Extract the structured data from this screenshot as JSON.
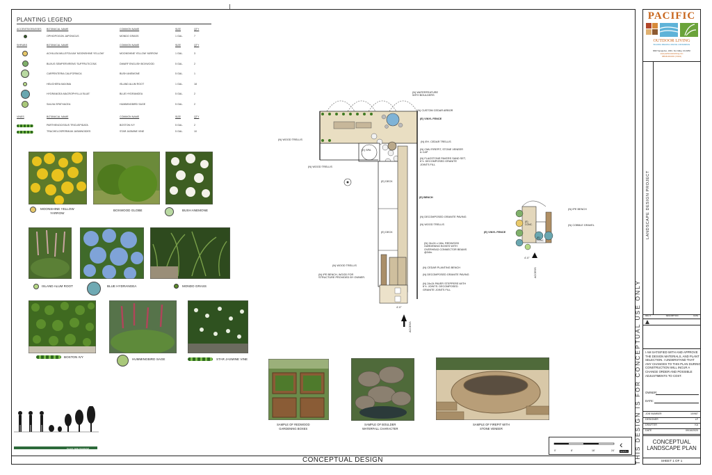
{
  "legend": {
    "title": "PLANTING LEGEND",
    "headers": [
      "BOTANICAL NAME",
      "COMMON NAME",
      "SIZE",
      "QTY"
    ],
    "groups": [
      {
        "label": "ACCENTS/GRASSES",
        "items": [
          {
            "botanical": "OPHIOPOGON JAPONICUS",
            "common": "MONDO GRASS",
            "size": "1 GAL.",
            "qty": "7"
          }
        ]
      },
      {
        "label": "SHRUBS",
        "items": [
          {
            "botanical": "ACHILLEA MILLEFOLIUM 'MOONSHINE YELLOW'",
            "common": "MOONSHINE YELLOW YARROW",
            "size": "1 GAL.",
            "qty": "3"
          },
          {
            "botanical": "BUXUS SEMPERVIRENS 'SUFFRUTICOSA'",
            "common": "DWARF ENGLISH BOXWOOD",
            "size": "5 GAL.",
            "qty": "2"
          },
          {
            "botanical": "CARPENTERIA CALIFORNICA",
            "common": "BUSH ANEMONE",
            "size": "5 GAL.",
            "qty": "1"
          },
          {
            "botanical": "HEUCHERA MAXIMA",
            "common": "ISLAND ALUM ROOT",
            "size": "1 GAL.",
            "qty": "18"
          },
          {
            "botanical": "HYDRANGEA MACROPHYLLA 'BLUE'",
            "common": "BLUE HYDRANGEA",
            "size": "5 GAL.",
            "qty": "2"
          },
          {
            "botanical": "SALVIA SPATHACEA",
            "common": "HUMMINGBIRD SAGE",
            "size": "5 GAL.",
            "qty": "2"
          }
        ]
      },
      {
        "label": "VINES",
        "items": [
          {
            "botanical": "PARTHENOCISSUS TRICUSPIDATA",
            "common": "BOSTON IVY",
            "size": "5 GAL.",
            "qty": "2"
          },
          {
            "botanical": "TRACHELOSPERMUM JASMINOIDES",
            "common": "STAR JASMINE VINE",
            "size": "5 GAL.",
            "qty": "10"
          }
        ]
      }
    ]
  },
  "photos": {
    "yarrow": "MOONSHINE YELLOW\nYARROW",
    "boxwood": "BOXWOOD GLOBE",
    "anemone": "BUSH ANEMONE",
    "alum": "ISLAND ALUM ROOT",
    "hydrangea": "BLUE HYDRANGEA",
    "mondo": "MONDO GRASS",
    "ivy": "BOSTON IVY",
    "sage": "HUMMINGBIRD SAGE",
    "jasmine": "STAR JASMINE VINE"
  },
  "samples": {
    "gardening": "SAMPLE OF REDWOOD\nGARDENING BOXES",
    "waterfall": "SAMPLE OF BOULDER\nWATERFALL CHARACTER",
    "firepit": "SAMPLE OF FIREPIT WITH\nSTONE VENEER"
  },
  "plan_labels": {
    "waterfeature": "(N) WATERFEATURE\nWITH BOULDERS",
    "arbor": "(N) CUSTOM CEDAR ARBOR",
    "vinyl_fence": "(E) VINYL FENCE",
    "wood_trellis_1": "(N) WOOD TRELLIS",
    "cedar_trellis": "(N) 8'H. CEDAR TRELLIS",
    "spa": "(E) SPA",
    "firepit": "(N) CMU FIREPIT, STONE VENEER\n& CAP",
    "flagstone": "(N) FLAGSTONE PAVERS SAND SET,\n6\"±. DECOMPOSED GRANITE\nJOINTS FILL",
    "wood_trellis_2": "(N) WOOD TRELLIS",
    "deck1": "(E) DECK",
    "bench": "(E) BENCH",
    "dg_paving": "(N) DECOMPOSED GRANITE PAVING",
    "wood_trellis_3": "(N) WOOD TRELLIS",
    "deck2": "(E) DECK",
    "boxes": "(N) 24x24 x 18in. REDWOOD\nGARDENING BOXES WITH\nOVERHEAD CONNECTOR BEAMS\n@34in.",
    "wood_trellis_4": "(N) WOOD TRELLIS",
    "ipe_bench_owner": "(N) IPE BENCH, WOOD FOR\nSTRUCTURE PROVIDED BY OWNER.",
    "cedar_bench": "(N) CEDAR PLANTING BENCH",
    "dg_paving_2": "(N) DECOMPOSED GRANITE PAVING",
    "pavers": "(N) 24x24 PAVER STEPPERS WITH\n6\"±. JOINTS. DECOMPOSED\nGRANITE JOINTS FILL",
    "access": "ACCESS",
    "dim": "4'-0\"",
    "ipe_bench": "(N) IPE BENCH",
    "cobble": "(N) COBBLE GRAVEL",
    "vinyl_fence_2": "(E) VINYL FENCE",
    "conc1": "(E)\nCONC.",
    "conc2": "(E)\nCONC.",
    "dim2": "4'-0\"",
    "access2": "ACCESS"
  },
  "plant_size_diagram": "PLANT SIZE DIAGRAM",
  "bottom_title": "CONCEPTUAL DESIGN",
  "vertical_note": "THIS DESIGN IS FOR CONCEPTUAL USE ONLY",
  "scale": {
    "ticks": [
      "0'",
      "8'",
      "16'",
      "24'"
    ],
    "north": "NORTH"
  },
  "title_block": {
    "company_line1": "PACIFIC",
    "company_line2": "OUTDOOR LIVING",
    "tagline": "BUILDING DREAMS & MAKING A DIFFERENCE",
    "address": "6829 Tujunga Ave., #201 • Sun Valley, CA 91352",
    "web": "www.pacificoutdoorliving.com",
    "phone": "888-80-PACIFIC (72242)",
    "project": "LANDSCAPE DESIGN PROJECT",
    "rev_headers": [
      "REV. #",
      "DESCRIPTION",
      "DATE"
    ],
    "approval": "I AM SATISFIED WITH AND APPROVE THE DESIGN MATERIALS, AND PLANT SELECTION. I UNDERSTAND THAT ANY CHANGES TO THIS PLAN DURING CONSTRUCTION WILL INCUR A CHANGE ORDER AND POSSIBLE ADJUSTMENTS TO COST.",
    "owner_label": "OWNER:",
    "date_label": "DATE:",
    "fields": [
      {
        "label": "JOB NUMBER",
        "value": "10/987"
      },
      {
        "label": "DESIGNER",
        "value": "LF"
      },
      {
        "label": "DRAFTER",
        "value": "KA"
      },
      {
        "label": "DATE",
        "value": "09/16/2020"
      }
    ],
    "plan_title": "CONCEPTUAL\nLANDSCAPE PLAN",
    "sheet": "SHEET 1 OF 1"
  },
  "colors": {
    "brand_orange": "#c8651b",
    "brand_blue": "#2f8fc0",
    "brand_green": "#5b8f2e",
    "line": "#222222"
  }
}
